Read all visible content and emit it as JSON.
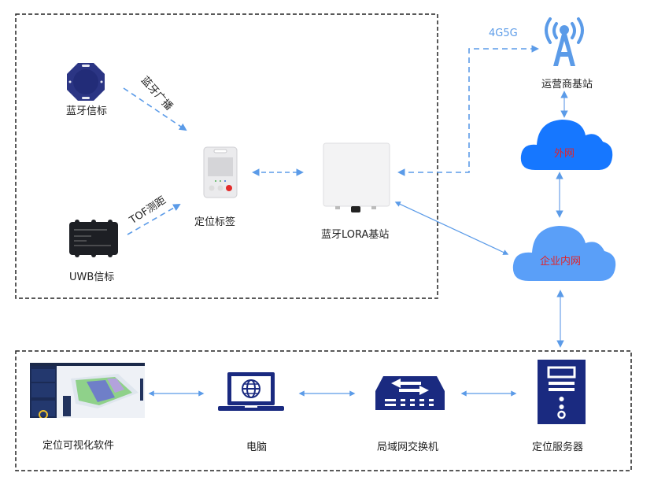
{
  "colors": {
    "primary_navy": "#1a2a80",
    "cloud_blue": "#1677ff",
    "cloud_light": "#5a9ff8",
    "arrow_blue": "#5b9be8",
    "label_red": "#e0242b",
    "tower_blue": "#5b9be8",
    "dashed_border": "#222222"
  },
  "field_group": {
    "nodes": {
      "bluetooth_beacon": "蓝牙信标",
      "uwb_beacon": "UWB信标",
      "positioning_tag": "定位标签",
      "lora_base_station": "蓝牙LORA基站"
    },
    "links": {
      "bluetooth_broadcast": "蓝牙广播",
      "tof_ranging": "TOF测距"
    }
  },
  "network": {
    "carrier_link": "4G5G",
    "carrier_station": "运营商基站",
    "external_network": "外网",
    "enterprise_intranet": "企业内网"
  },
  "server_group": {
    "nodes": {
      "visualization_software": "定位可视化软件",
      "computer": "电脑",
      "lan_switch": "局域网交换机",
      "positioning_server": "定位服务器"
    }
  }
}
